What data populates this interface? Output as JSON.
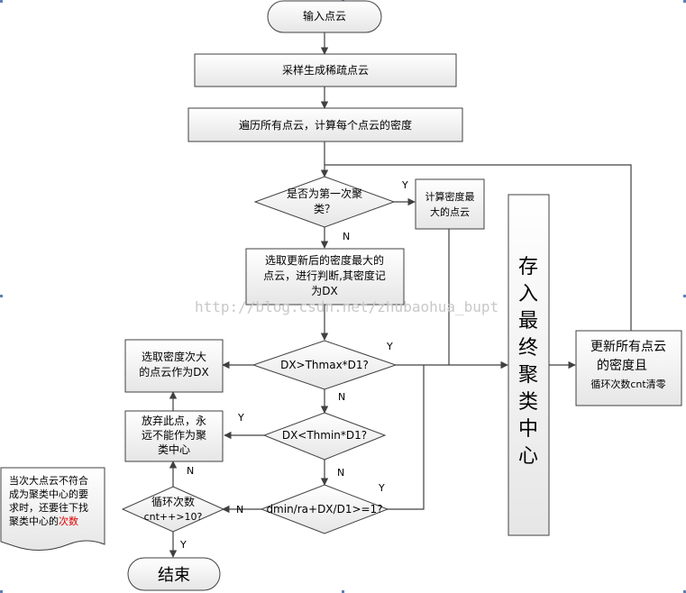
{
  "nodes": {
    "input": "输入点云",
    "sample": "采样生成稀疏点云",
    "traverse": "遍历所有点云，计算每个点云的密度",
    "first_cluster": [
      "是否为第一次聚",
      "类？"
    ],
    "max_density": [
      "计算密度最",
      "大的点云"
    ],
    "select_updated": [
      "选取更新后的密度最大的",
      "点云，进行判断,其密度记",
      "为DX"
    ],
    "cond_thmax": "DX>Thmax*D1?",
    "select_second": [
      "选取密度次大",
      "的点云作为DX"
    ],
    "cond_thmin": "DX<Thmin*D1?",
    "abandon": [
      "放弃此点，永",
      "远不能作为聚",
      "类中心"
    ],
    "cond_dmin": "dmin/ra+DX/D1>=1?",
    "loop": [
      "循环次数",
      "cnt++>10?"
    ],
    "end": "结束",
    "store": [
      "存",
      "入",
      "最",
      "终",
      "聚",
      "类",
      "中",
      "心"
    ],
    "update": [
      "更新所有点云",
      "的密度且",
      "循环次数cnt清零"
    ]
  },
  "branch_labels": {
    "first_yes": "Y",
    "first_no": "N",
    "thmax_yes": "Y",
    "thmax_no": "N",
    "thmin_yes": "Y",
    "thmin_no": "N",
    "dmin_yes": "Y",
    "dmin_no": "N",
    "loop_yes": "Y",
    "loop_no": "N"
  },
  "note": {
    "lines": [
      "当次大点云不符合",
      "成为聚类中心的要",
      "求时，还要往下找",
      "聚类中心的"
    ],
    "highlight": "次数",
    "highlight_color": "#e00000"
  },
  "watermark": "http://blog.csdn.net/zhubaohua_bupt"
}
